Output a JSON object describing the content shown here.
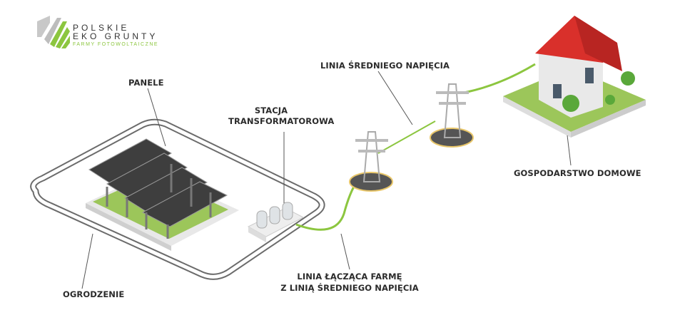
{
  "logo": {
    "line1": "POLSKIE",
    "line2": "EKO GRUNTY",
    "tagline": "FARMY FOTOWOLTAICZNE"
  },
  "labels": {
    "panels": "PANELE",
    "transformer_line1": "STACJA",
    "transformer_line2": "TRANSFORMATOROWA",
    "mv_line": "LINIA ŚREDNIEGO NAPIĘCIA",
    "household": "GOSPODARSTWO DOMOWE",
    "fence": "OGRODZENIE",
    "connection_line1": "LINIA ŁĄCZĄCA FARMĘ",
    "connection_line2": "Z LINIĄ ŚREDNIEGO NAPIĘCIA"
  },
  "colors": {
    "green": "#8cc63f",
    "roof": "#d9302b",
    "fence": "#6b6b6b",
    "text": "#2b2b2b"
  }
}
